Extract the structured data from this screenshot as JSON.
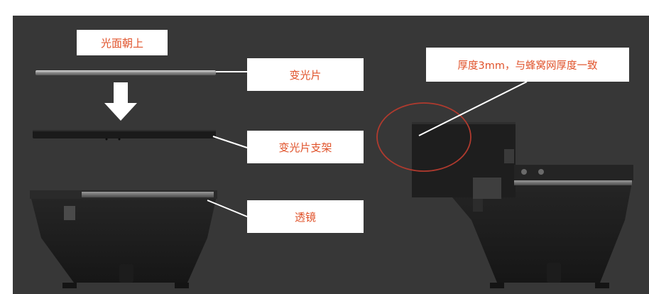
{
  "labels": {
    "face_up": "光面朝上",
    "plate": "变光片",
    "holder": "变光片支架",
    "lens": "透镜",
    "thickness_note": "厚度3mm，与蜂窝网厚度一致"
  },
  "colors": {
    "background": "#373737",
    "label_text": "#e0522a",
    "label_bg": "#ffffff",
    "highlight_circle": "#b03a2e"
  },
  "icons": {
    "arrow": "down-arrow-icon"
  }
}
